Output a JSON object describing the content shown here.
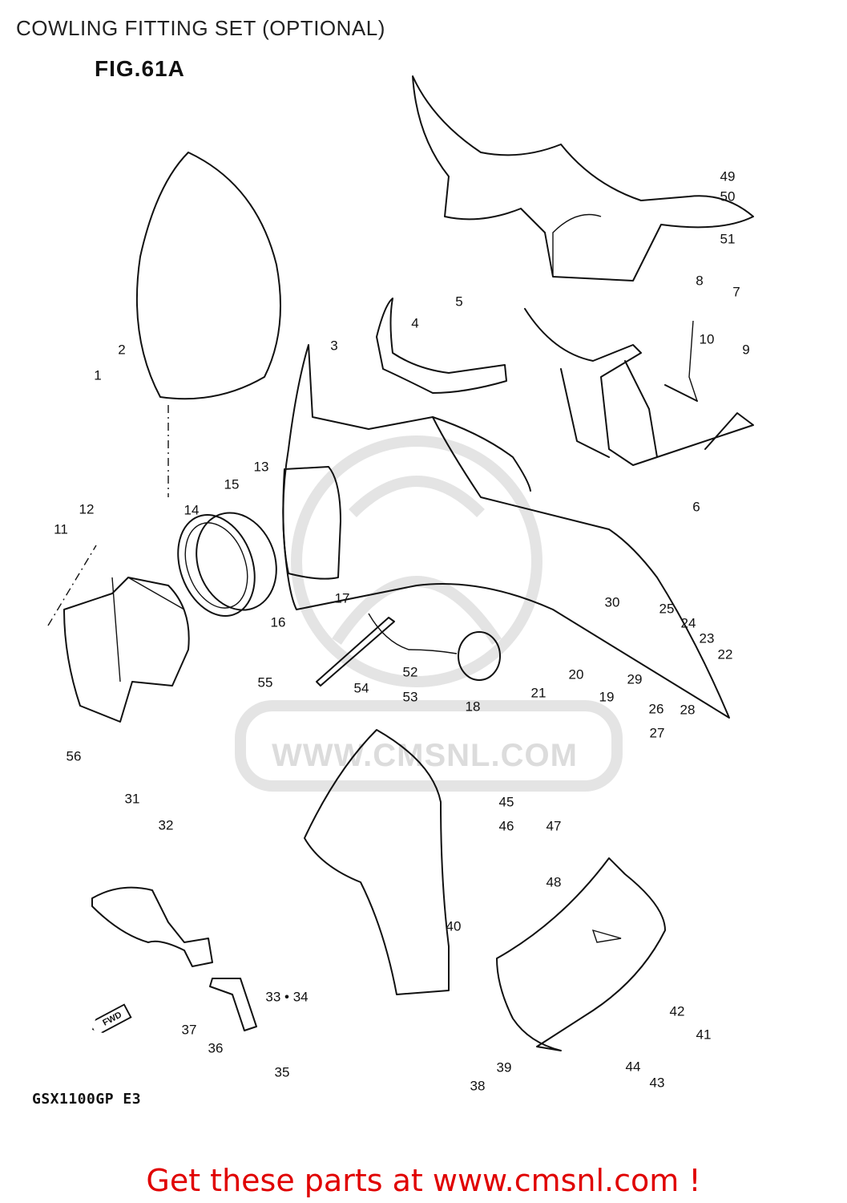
{
  "header": {
    "title": "COWLING FITTING SET (OPTIONAL)",
    "figure": "FIG.61A"
  },
  "footer": {
    "model_code": "GSX1100GP  E3",
    "cta": "Get these parts at www.cmsnl.com !",
    "cta_color": "#e00000"
  },
  "watermark": {
    "text": "WWW.CMSNL.COM",
    "logo": "CMS"
  },
  "fwd_label": "FWD",
  "callouts": [
    "1",
    "2",
    "3",
    "4",
    "5",
    "6",
    "7",
    "8",
    "9",
    "10",
    "11",
    "12",
    "13",
    "14",
    "15",
    "16",
    "17",
    "18",
    "19",
    "20",
    "21",
    "22",
    "23",
    "24",
    "25",
    "26",
    "27",
    "28",
    "29",
    "30",
    "31",
    "32",
    "33 • 34",
    "35",
    "36",
    "37",
    "38",
    "39",
    "40",
    "41",
    "42",
    "43",
    "44",
    "45",
    "46",
    "47",
    "48",
    "49",
    "50",
    "51",
    "52",
    "53",
    "54",
    "55",
    "56"
  ]
}
